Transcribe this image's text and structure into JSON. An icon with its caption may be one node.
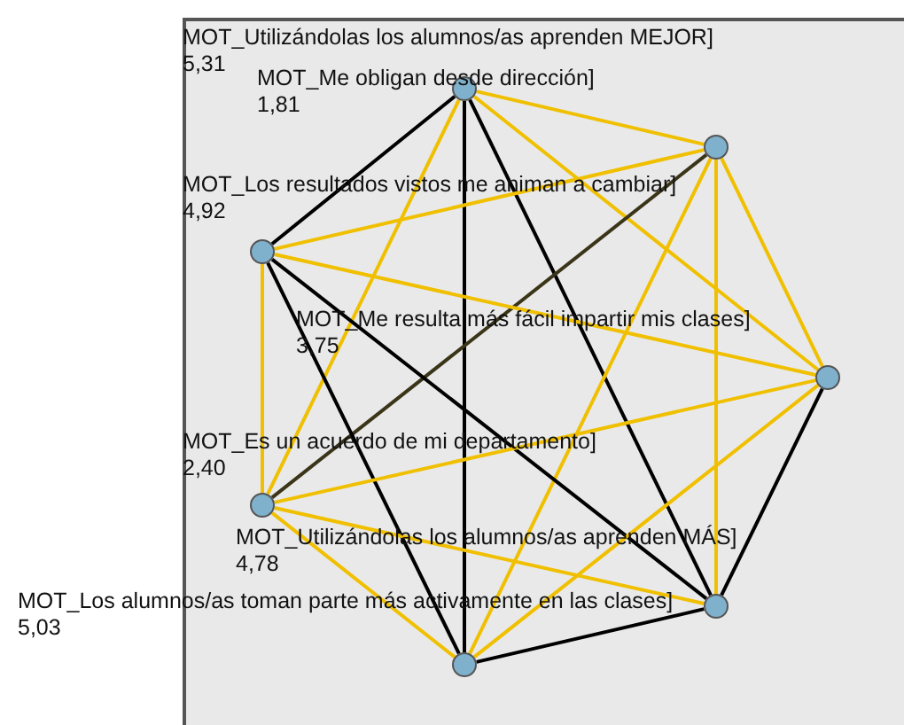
{
  "diagram": {
    "nodes": [
      {
        "text": [],
        "shape": "circle",
        "beside": [
          "MOT_Utilizándolas los alumnos/as aprenden MEJOR]",
          "5,31"
        ]
      },
      {
        "text": [],
        "shape": "circle",
        "beside": [
          "MOT_Me obligan desde dirección]",
          "1,81"
        ]
      },
      {
        "text": [],
        "shape": "circle",
        "beside": [
          "MOT_Los resultados vistos me animan a cambiar]",
          "4,92"
        ]
      },
      {
        "text": [],
        "shape": "circle",
        "beside": [
          "MOT_Me resulta más fácil impartir mis clases]",
          "3,75"
        ]
      },
      {
        "text": [],
        "shape": "circle",
        "beside": [
          "MOT_Es un acuerdo de mi departamento]",
          "2,40"
        ]
      },
      {
        "text": [],
        "shape": "circle",
        "beside": [
          "MOT_Utilizándolas los alumnos/as aprenden MÁS]",
          "4,78"
        ]
      },
      {
        "text": [],
        "shape": "circle",
        "beside": [
          "MOT_Los alumnos/as toman parte más activamente en las clases]",
          "5,03"
        ]
      }
    ],
    "edges": [
      {
        "from": 0,
        "to": 1,
        "arrow": "none"
      },
      {
        "from": 0,
        "to": 2,
        "arrow": "none",
        "color": "#000000"
      },
      {
        "from": 0,
        "to": 3,
        "arrow": "none"
      },
      {
        "from": 0,
        "to": 4,
        "arrow": "none"
      },
      {
        "from": 0,
        "to": 5,
        "arrow": "none",
        "color": "#000000"
      },
      {
        "from": 0,
        "to": 6,
        "arrow": "none",
        "color": "#000000"
      },
      {
        "from": 1,
        "to": 2,
        "arrow": "none"
      },
      {
        "from": 1,
        "to": 3,
        "arrow": "none"
      },
      {
        "from": 1,
        "to": 4,
        "arrow": "none",
        "color": "#3a3418"
      },
      {
        "from": 1,
        "to": 5,
        "arrow": "none"
      },
      {
        "from": 1,
        "to": 6,
        "arrow": "none"
      },
      {
        "from": 2,
        "to": 3,
        "arrow": "none"
      },
      {
        "from": 2,
        "to": 4,
        "arrow": "none"
      },
      {
        "from": 2,
        "to": 5,
        "arrow": "none",
        "color": "#000000"
      },
      {
        "from": 2,
        "to": 6,
        "arrow": "none",
        "color": "#000000"
      },
      {
        "from": 3,
        "to": 4,
        "arrow": "none"
      },
      {
        "from": 3,
        "to": 5,
        "arrow": "none",
        "color": "#000000"
      },
      {
        "from": 3,
        "to": 6,
        "arrow": "none"
      },
      {
        "from": 4,
        "to": 5,
        "arrow": "none"
      },
      {
        "from": 4,
        "to": 6,
        "arrow": "none"
      },
      {
        "from": 5,
        "to": 6,
        "arrow": "none",
        "color": "#000000"
      }
    ]
  }
}
